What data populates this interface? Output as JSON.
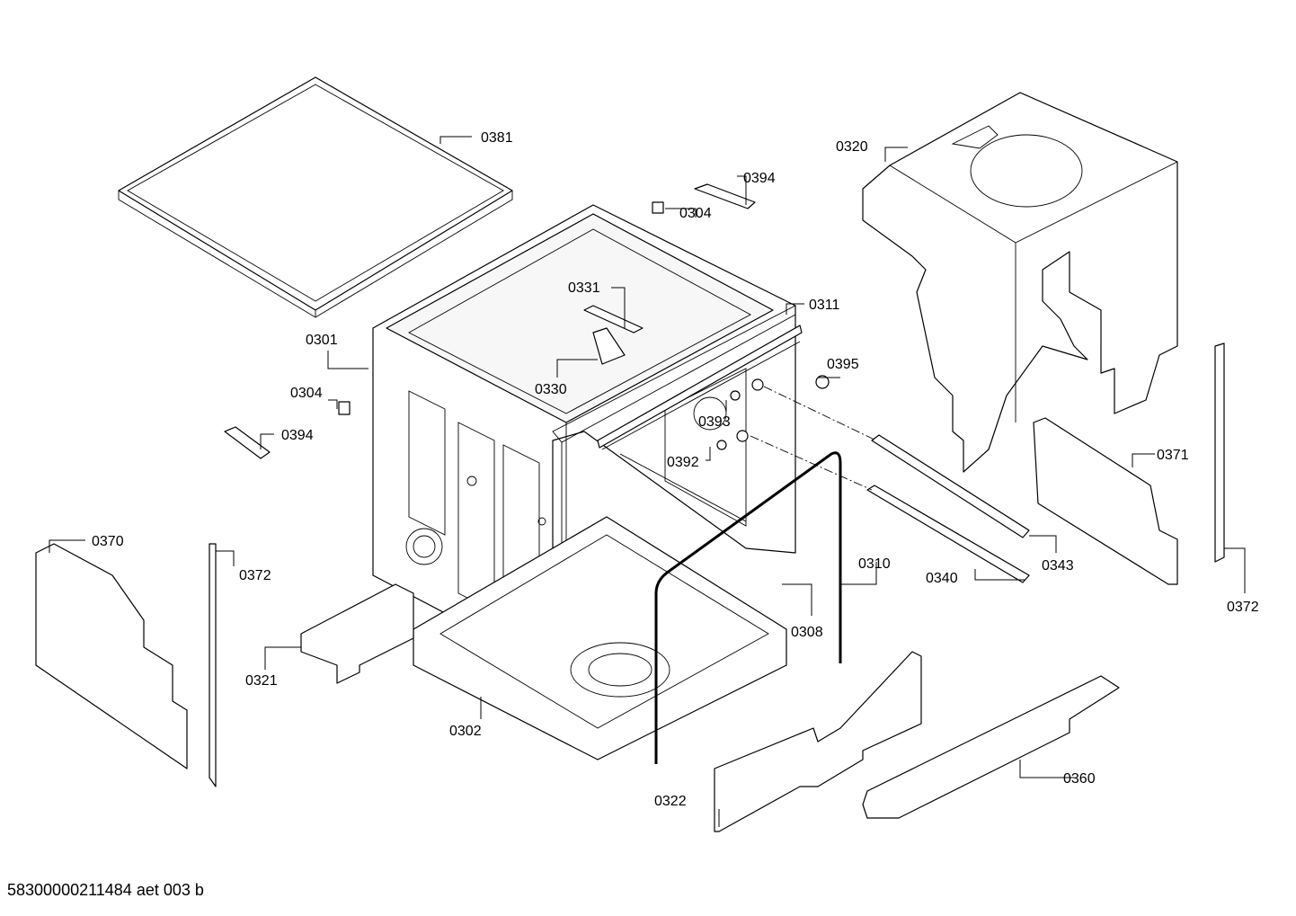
{
  "callouts": {
    "c0381": "0381",
    "c0394a": "0394",
    "c0304a": "0304",
    "c0320": "0320",
    "c0331": "0331",
    "c0311": "0311",
    "c0301": "0301",
    "c0395": "0395",
    "c0304b": "0304",
    "c0330": "0330",
    "c0393": "0393",
    "c0394b": "0394",
    "c0392": "0392",
    "c0371": "0371",
    "c0370": "0370",
    "c0372a": "0372",
    "c0310": "0310",
    "c0343": "0343",
    "c0340": "0340",
    "c0372b": "0372",
    "c0308": "0308",
    "c0321": "0321",
    "c0302": "0302",
    "c0360": "0360",
    "c0322": "0322"
  },
  "footer": {
    "doc_id": "58300000211484 aet 003 b"
  }
}
